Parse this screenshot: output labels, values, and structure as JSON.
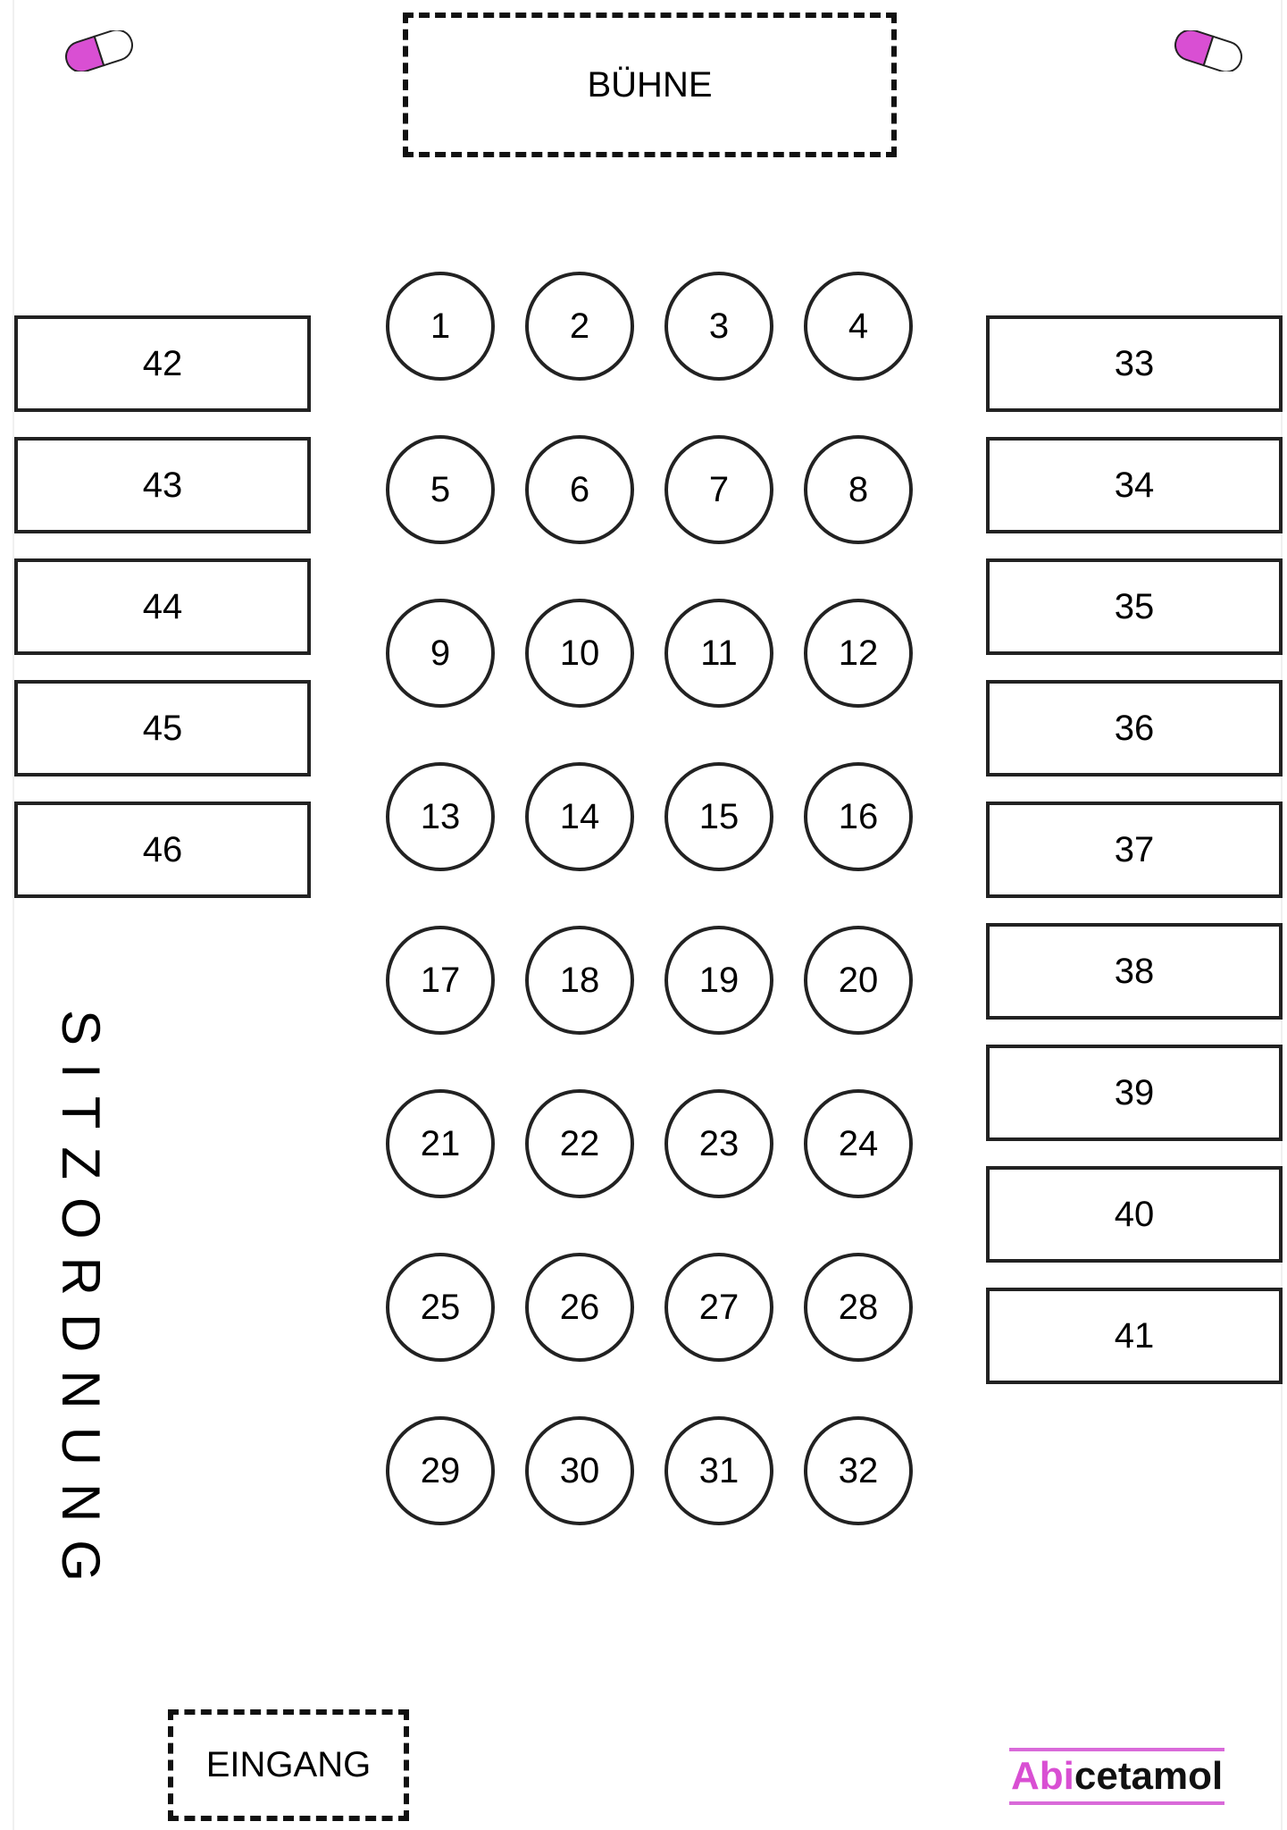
{
  "stage_label": "BÜHNE",
  "entrance_label": "EINGANG",
  "title": "SITZORDNUNG",
  "logo": {
    "part1": "Abi",
    "part2": "cetamol"
  },
  "colors": {
    "accent": "#d94fd3",
    "stroke": "#222222",
    "background": "#ffffff"
  },
  "icons": [
    "capsule-icon",
    "capsule-icon"
  ],
  "round_tables": [
    [
      "1",
      "2",
      "3",
      "4"
    ],
    [
      "5",
      "6",
      "7",
      "8"
    ],
    [
      "9",
      "10",
      "11",
      "12"
    ],
    [
      "13",
      "14",
      "15",
      "16"
    ],
    [
      "17",
      "18",
      "19",
      "20"
    ],
    [
      "21",
      "22",
      "23",
      "24"
    ],
    [
      "25",
      "26",
      "27",
      "28"
    ],
    [
      "29",
      "30",
      "31",
      "32"
    ]
  ],
  "right_tables": [
    "33",
    "34",
    "35",
    "36",
    "37",
    "38",
    "39",
    "40",
    "41"
  ],
  "left_tables": [
    "42",
    "43",
    "44",
    "45",
    "46"
  ]
}
